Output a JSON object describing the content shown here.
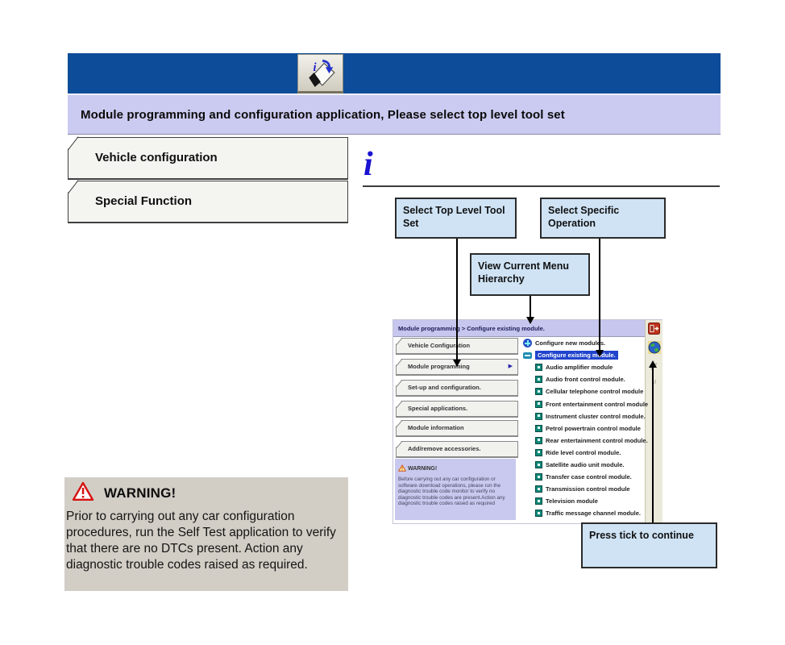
{
  "header": {
    "message": "Module programming and configuration application, Please select top level tool set",
    "info_symbol": "i"
  },
  "tabs": [
    {
      "label": "Vehicle configuration"
    },
    {
      "label": "Special Function"
    }
  ],
  "callouts": {
    "top_level_tool_set": "Select Top Level Tool Set",
    "specific_operation": "Select Specific Operation",
    "menu_hierarchy": "View Current Menu Hierarchy",
    "press_tick": "Press tick to continue"
  },
  "mini_app": {
    "title": "Module programming > Configure existing module.",
    "menu": [
      "Vehicle Configuration",
      "Module programming",
      "Set-up and configuration.",
      "Special applications.",
      "Module information",
      "Add/remove accessories."
    ],
    "menu_submenu_arrow": "▶",
    "list": [
      {
        "label": "Configure new modules.",
        "icon": "add-module-icon",
        "selected": false
      },
      {
        "label": "Configure existing module.",
        "icon": "collapse-icon",
        "selected": true
      },
      {
        "label": "Audio amplifier module",
        "icon": "module-icon",
        "selected": false
      },
      {
        "label": "Audio front control module.",
        "icon": "module-icon",
        "selected": false
      },
      {
        "label": "Cellular telephone control module",
        "icon": "module-icon",
        "selected": false
      },
      {
        "label": "Front entertainment control module",
        "icon": "module-icon",
        "selected": false
      },
      {
        "label": "Instrument cluster control module.",
        "icon": "module-icon",
        "selected": false
      },
      {
        "label": "Petrol powertrain control module",
        "icon": "module-icon",
        "selected": false
      },
      {
        "label": "Rear entertainment control module.",
        "icon": "module-icon",
        "selected": false
      },
      {
        "label": "Ride level control module.",
        "icon": "module-icon",
        "selected": false
      },
      {
        "label": "Satellite audio unit module.",
        "icon": "module-icon",
        "selected": false
      },
      {
        "label": "Transfer case control module.",
        "icon": "module-icon",
        "selected": false
      },
      {
        "label": "Transmission control module",
        "icon": "module-icon",
        "selected": false
      },
      {
        "label": "Television module",
        "icon": "module-icon",
        "selected": false
      },
      {
        "label": "Traffic message channel module.",
        "icon": "module-icon",
        "selected": false
      }
    ],
    "warning": {
      "title": "WARNING!",
      "body": "Before carrying out any car configuration or software download operations, please run the diagnostic trouble code monitor to verify no diagnostic trouble codes are present.Action any diagnostic trouble codes raised as required"
    },
    "toolbar_icons": [
      "exit-icon",
      "globe-icon",
      "tick-icon"
    ],
    "toolbar_marker": "M"
  },
  "warning": {
    "title": "WARNING!",
    "body": "Prior to carrying out any car configuration procedures, run the Self Test application to verify that there are no DTCs present. Action any diagnostic trouble codes raised as required."
  },
  "colors": {
    "header_blue": "#0d4c98",
    "message_bar_lavender": "#cbcbf1",
    "callout_blue": "#cfe3f5",
    "selection_blue": "#2144cc",
    "mini_panel_lavender": "#c9c9ef",
    "warning_gray": "#d2cec6",
    "info_blue": "#1a12d0"
  }
}
